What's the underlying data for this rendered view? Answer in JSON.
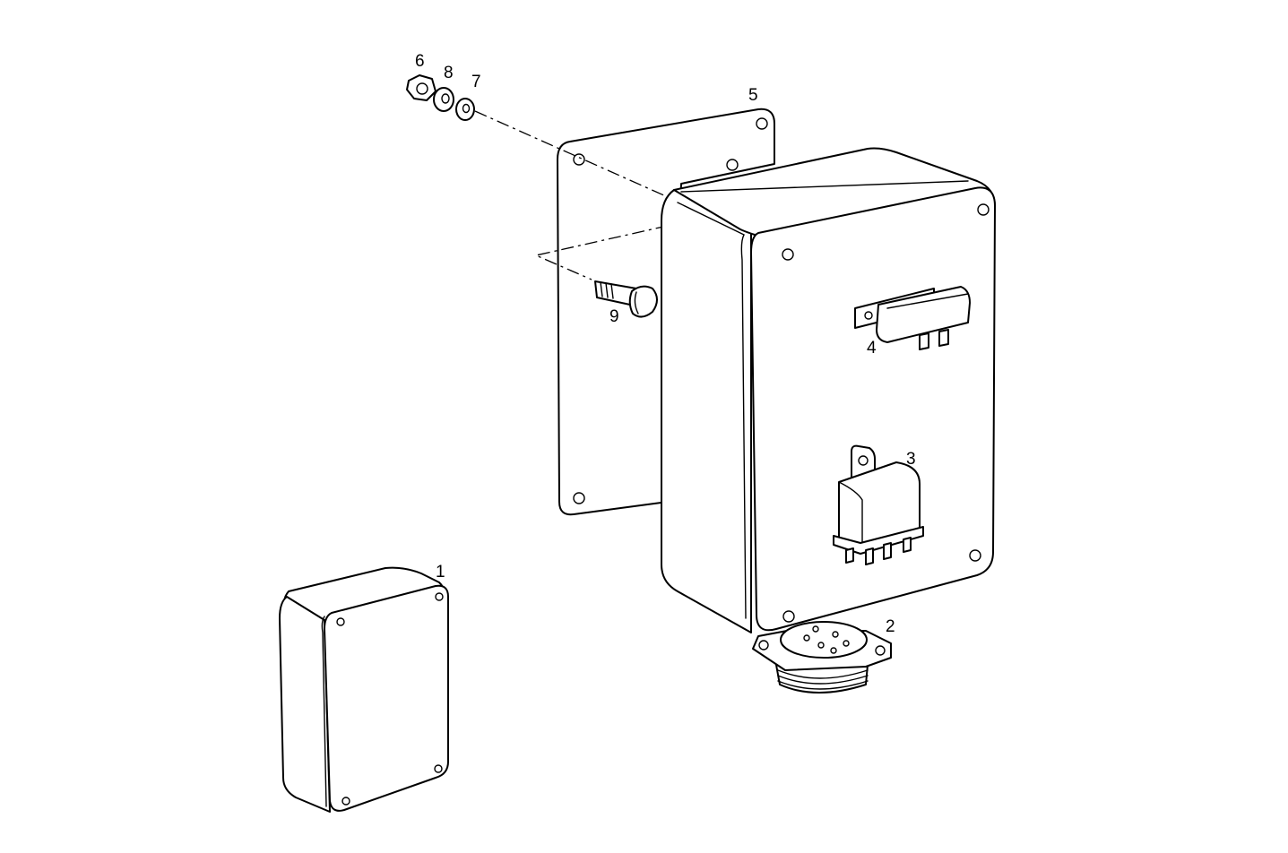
{
  "diagram": {
    "callouts": {
      "part1": "1",
      "part2": "2",
      "part3": "3",
      "part4": "4",
      "part5": "5",
      "part6": "6",
      "part7": "7",
      "part8": "8",
      "part9": "9"
    }
  }
}
